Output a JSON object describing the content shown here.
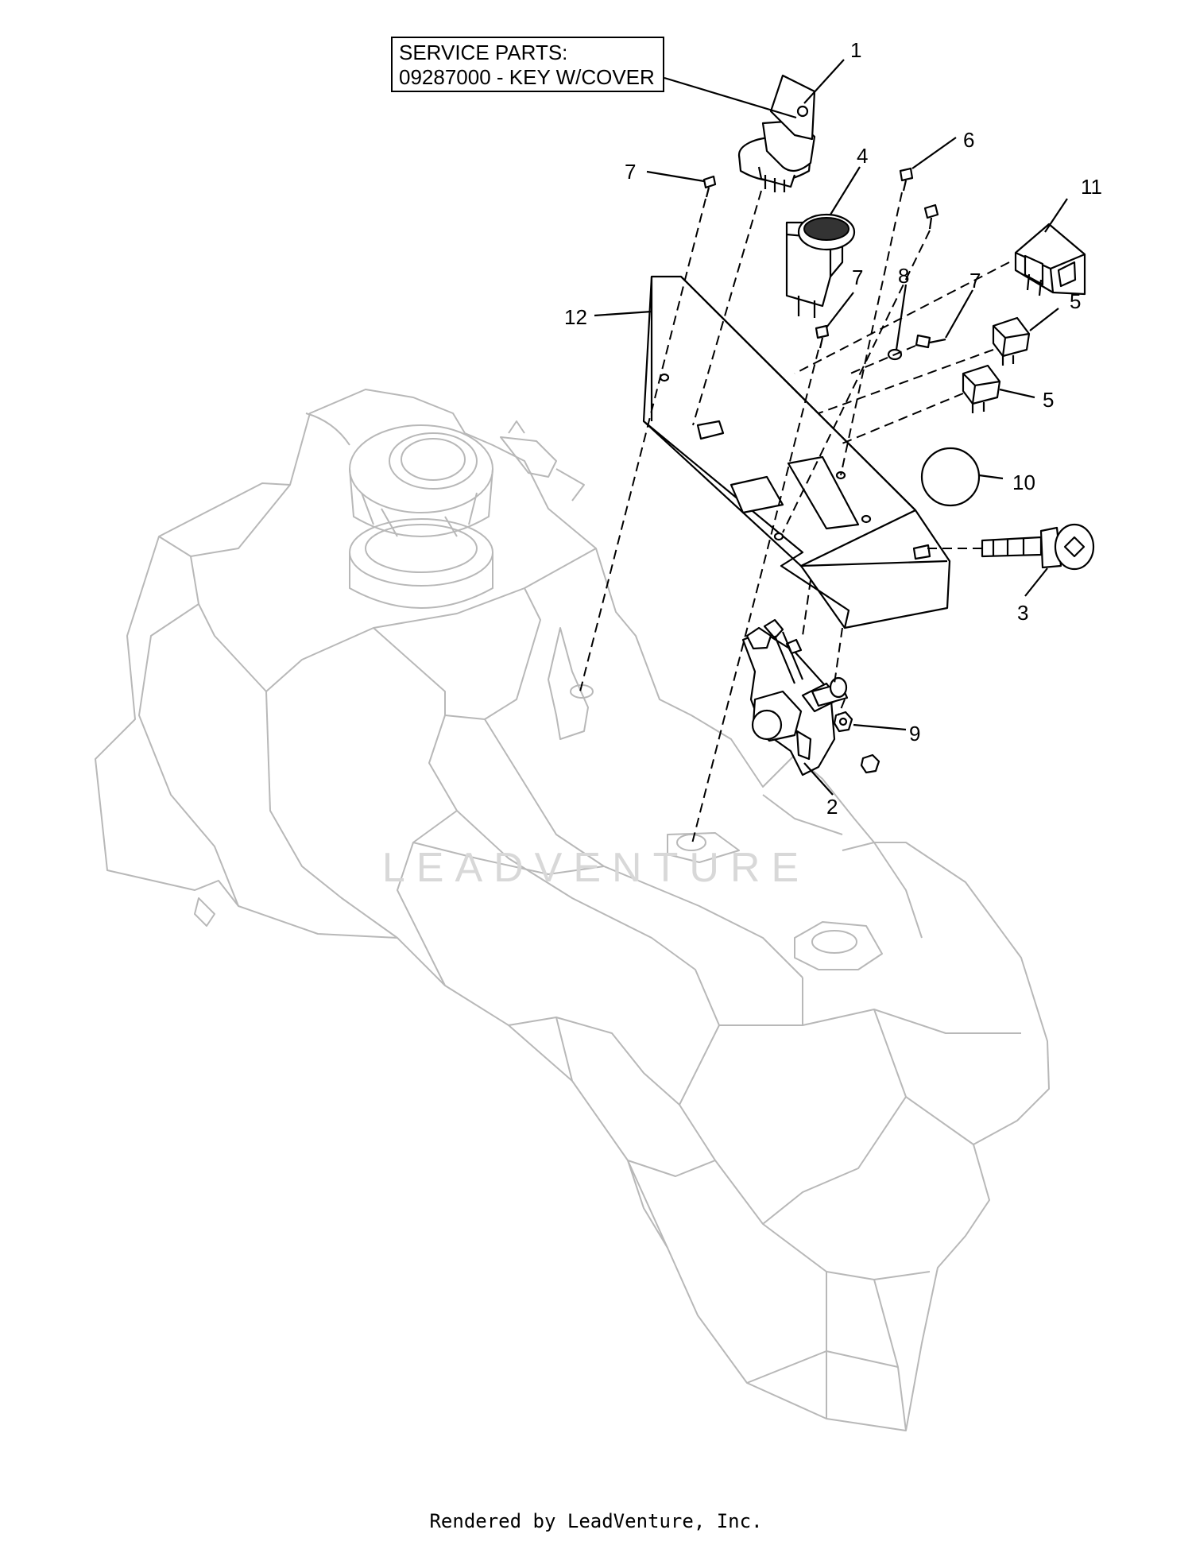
{
  "service_parts": {
    "line1": "SERVICE PARTS:",
    "line2": "09287000 - KEY W/COVER"
  },
  "callouts": {
    "c1": "1",
    "c2": "2",
    "c3": "3",
    "c4": "4",
    "c5a": "5",
    "c5b": "5",
    "c6": "6",
    "c7a": "7",
    "c7b": "7",
    "c7c": "7",
    "c8": "8",
    "c9": "9",
    "c10": "10",
    "c11": "11",
    "c12": "12"
  },
  "watermark": "LEADVENTURE",
  "footer": "Rendered by LeadVenture, Inc.",
  "colors": {
    "line": "#000000",
    "tank_line": "#b8b8b8",
    "watermark": "#d8d8d8"
  }
}
